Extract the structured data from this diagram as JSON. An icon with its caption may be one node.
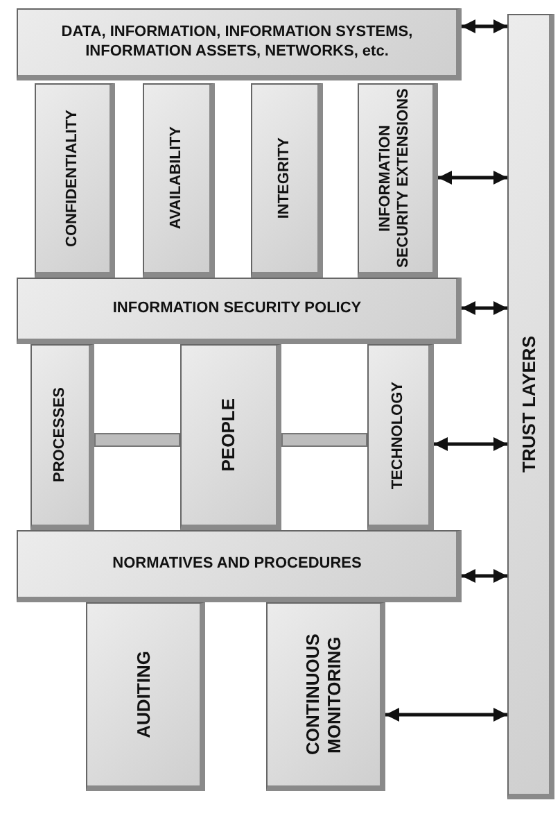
{
  "diagram": {
    "nodes": [
      {
        "text": [
          "DATA, INFORMATION, INFORMATION SYSTEMS, INFORMATION ASSETS, NETWORKS, etc."
        ]
      },
      {
        "text": [
          "CONFIDENTIALITY"
        ]
      },
      {
        "text": [
          "AVAILABILITY"
        ]
      },
      {
        "text": [
          "INTEGRITY"
        ]
      },
      {
        "text": [
          "INFORMATION SECURITY EXTENSIONS"
        ]
      },
      {
        "text": [
          "INFORMATION SECURITY POLICY"
        ]
      },
      {
        "text": [
          "PROCESSES"
        ]
      },
      {
        "text": [
          "PEOPLE"
        ]
      },
      {
        "text": [
          "TECHNOLOGY"
        ]
      },
      {
        "text": [
          "NORMATIVES AND PROCEDURES"
        ]
      },
      {
        "text": [
          "AUDITING"
        ]
      },
      {
        "text": [
          "CONTINUOUS MONITORING"
        ]
      },
      {
        "text": [
          "TRUST LAYERS"
        ]
      }
    ],
    "edges": [
      {
        "from": 0,
        "to": 12,
        "arrow": "both"
      },
      {
        "from": 4,
        "to": 12,
        "arrow": "both"
      },
      {
        "from": 5,
        "to": 12,
        "arrow": "both"
      },
      {
        "from": 8,
        "to": 12,
        "arrow": "both"
      },
      {
        "from": 9,
        "to": 12,
        "arrow": "both"
      },
      {
        "from": 11,
        "to": 12,
        "arrow": "both"
      }
    ]
  }
}
